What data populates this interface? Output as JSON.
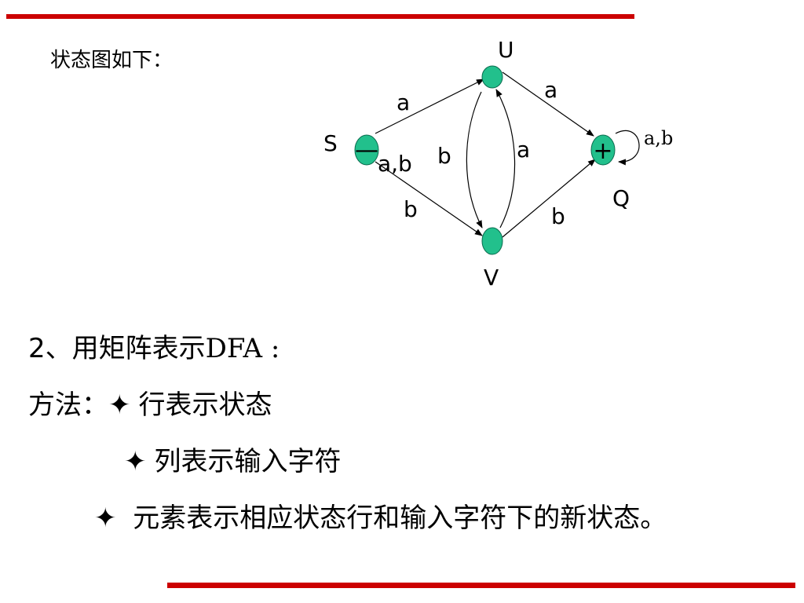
{
  "colors": {
    "accent_bar": "#cc0000",
    "node_fill": "#22c08c",
    "node_stroke": "#0a6b4e"
  },
  "caption": "状态图如下：",
  "diagram": {
    "states": [
      {
        "label": "S",
        "marker": "—",
        "role": "start"
      },
      {
        "label": "U",
        "marker": "",
        "role": "normal"
      },
      {
        "label": "V",
        "marker": "",
        "role": "normal"
      },
      {
        "label": "Q",
        "marker": "+",
        "role": "accept"
      }
    ],
    "edge_labels": {
      "s_to_u": "a",
      "s_to_v": "b",
      "u_to_q": "a",
      "v_to_q": "b",
      "u_to_v": "b",
      "v_to_u": "a",
      "s_self": "a,b",
      "q_self": "a,b"
    }
  },
  "content": {
    "line1_num": "2",
    "line1_text": "、用矩阵表示DFA :",
    "line2_prefix": "方法：",
    "bullet": "✦",
    "line2_text": "行表示状态",
    "line3_text": "列表示输入字符",
    "line4_text": " 元素表示相应状态行和输入字符下的新状态。"
  }
}
